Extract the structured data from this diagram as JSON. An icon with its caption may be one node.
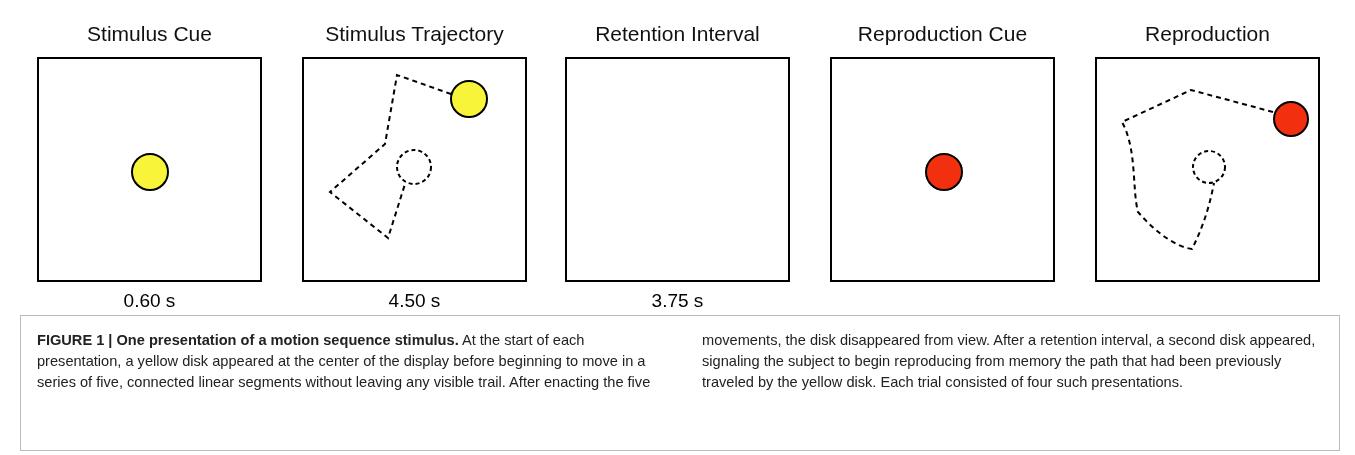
{
  "diagram": {
    "caption": "**FIGURE 1 | One presentation of a motion sequence stimulus.** At the start of each presentation, a yellow disk appeared at the center of the display before beginning to move in a series of five, connected linear segments without leaving any visible trail. After enacting the five movements, the disk disappeared from view. After a retention interval, a second disk appeared, signaling the subject to begin reproducing from memory the path that had been previously traveled by the yellow disk. Each trial consisted of four such presentations.",
    "nodes": [
      {
        "text": [
          "Stimulus Cue"
        ],
        "beside": [
          "0.60 s"
        ]
      },
      {
        "text": [
          "Stimulus Trajectory"
        ],
        "beside": [
          "4.50 s"
        ]
      },
      {
        "text": [
          "Retention Interval"
        ],
        "beside": [
          "3.75 s"
        ]
      },
      {
        "text": [
          "Reproduction Cue"
        ]
      },
      {
        "text": [
          "Reproduction"
        ]
      }
    ]
  }
}
